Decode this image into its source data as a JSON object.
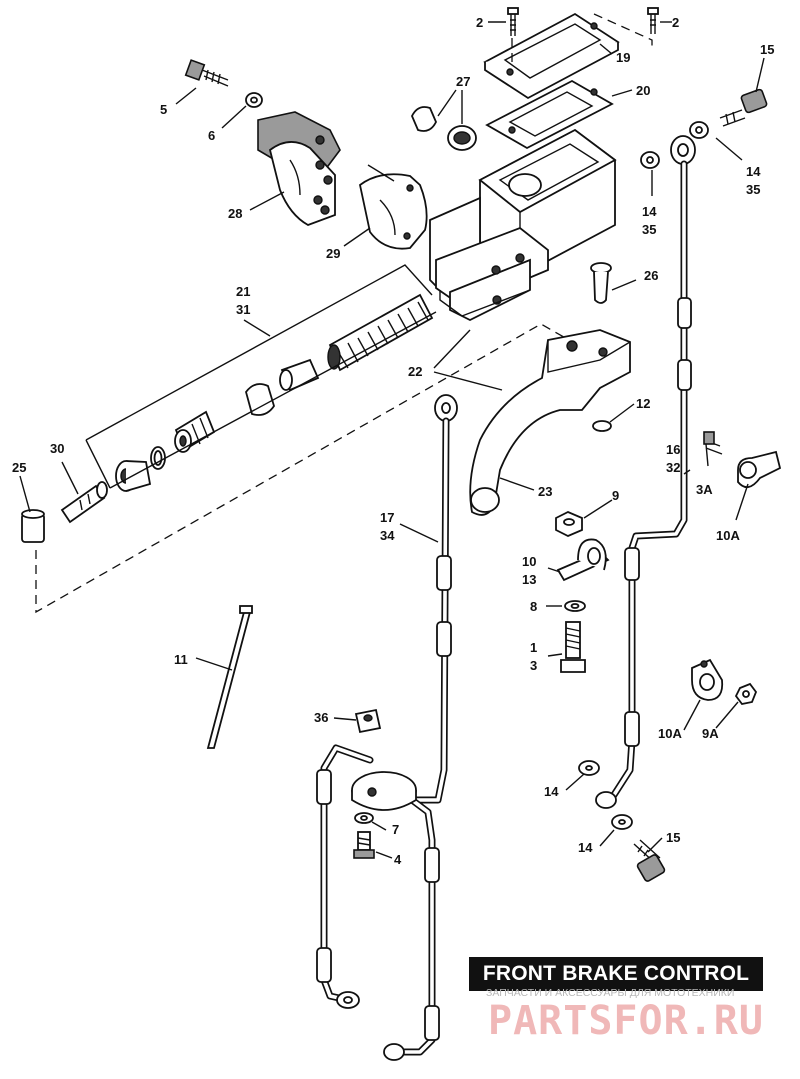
{
  "title": "FRONT BRAKE CONTROL",
  "watermark": {
    "tagline": "ЗАПЧАСТИ И АКСЕССУАРЫ ДЛЯ МОТОТЕХНИКИ",
    "logo": "PARTSFOR.RU"
  },
  "callouts": {
    "c2a": "2",
    "c2b": "2",
    "c19": "19",
    "c20": "20",
    "c15a": "15",
    "c5": "5",
    "c6": "6",
    "c27": "27",
    "c28": "28",
    "c29": "29",
    "c14a": "14",
    "c35a": "35",
    "c14b": "14",
    "c35b": "35",
    "c26": "26",
    "c21": "21",
    "c31": "31",
    "c22": "22",
    "c12": "12",
    "c30": "30",
    "c25": "25",
    "c23": "23",
    "c16": "16",
    "c32": "32",
    "c3A": "3A",
    "c10Aa": "10A",
    "c9": "9",
    "c17": "17",
    "c34": "34",
    "c10": "10",
    "c13": "13",
    "c8": "8",
    "c1": "1",
    "c3": "3",
    "c11": "11",
    "c36": "36",
    "c10Ab": "10A",
    "c9A": "9A",
    "c14c": "14",
    "c7": "7",
    "c4": "4",
    "c14d": "14",
    "c15b": "15"
  },
  "colors": {
    "line": "#111111",
    "background": "#ffffff",
    "title_bg": "#111111",
    "title_fg": "#ffffff",
    "watermark": "#f0b8b8"
  }
}
